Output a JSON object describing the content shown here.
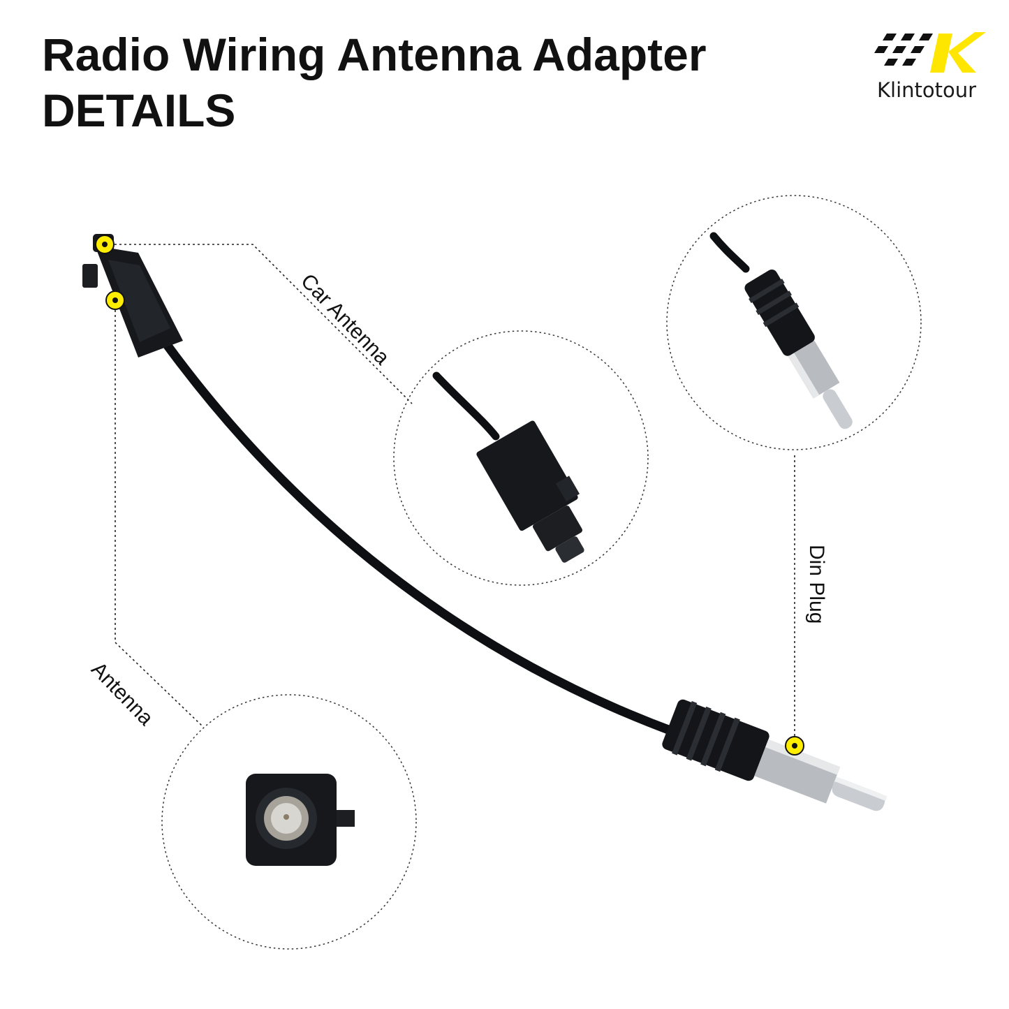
{
  "title": {
    "line1": "Radio Wiring Antenna Adapter",
    "line2": "DETAILS"
  },
  "brand": {
    "name": "Klintotour",
    "accent_color": "#ffe600",
    "logo_icon": "checkered-flag-k-logo-icon"
  },
  "callouts": {
    "car_antenna": "Car Antenna",
    "din_plug": "Din Plug",
    "antenna": "Antenna"
  },
  "colors": {
    "marker": "#ffee00",
    "cable": "#0d0f12",
    "metal": "#b8bcc0"
  }
}
